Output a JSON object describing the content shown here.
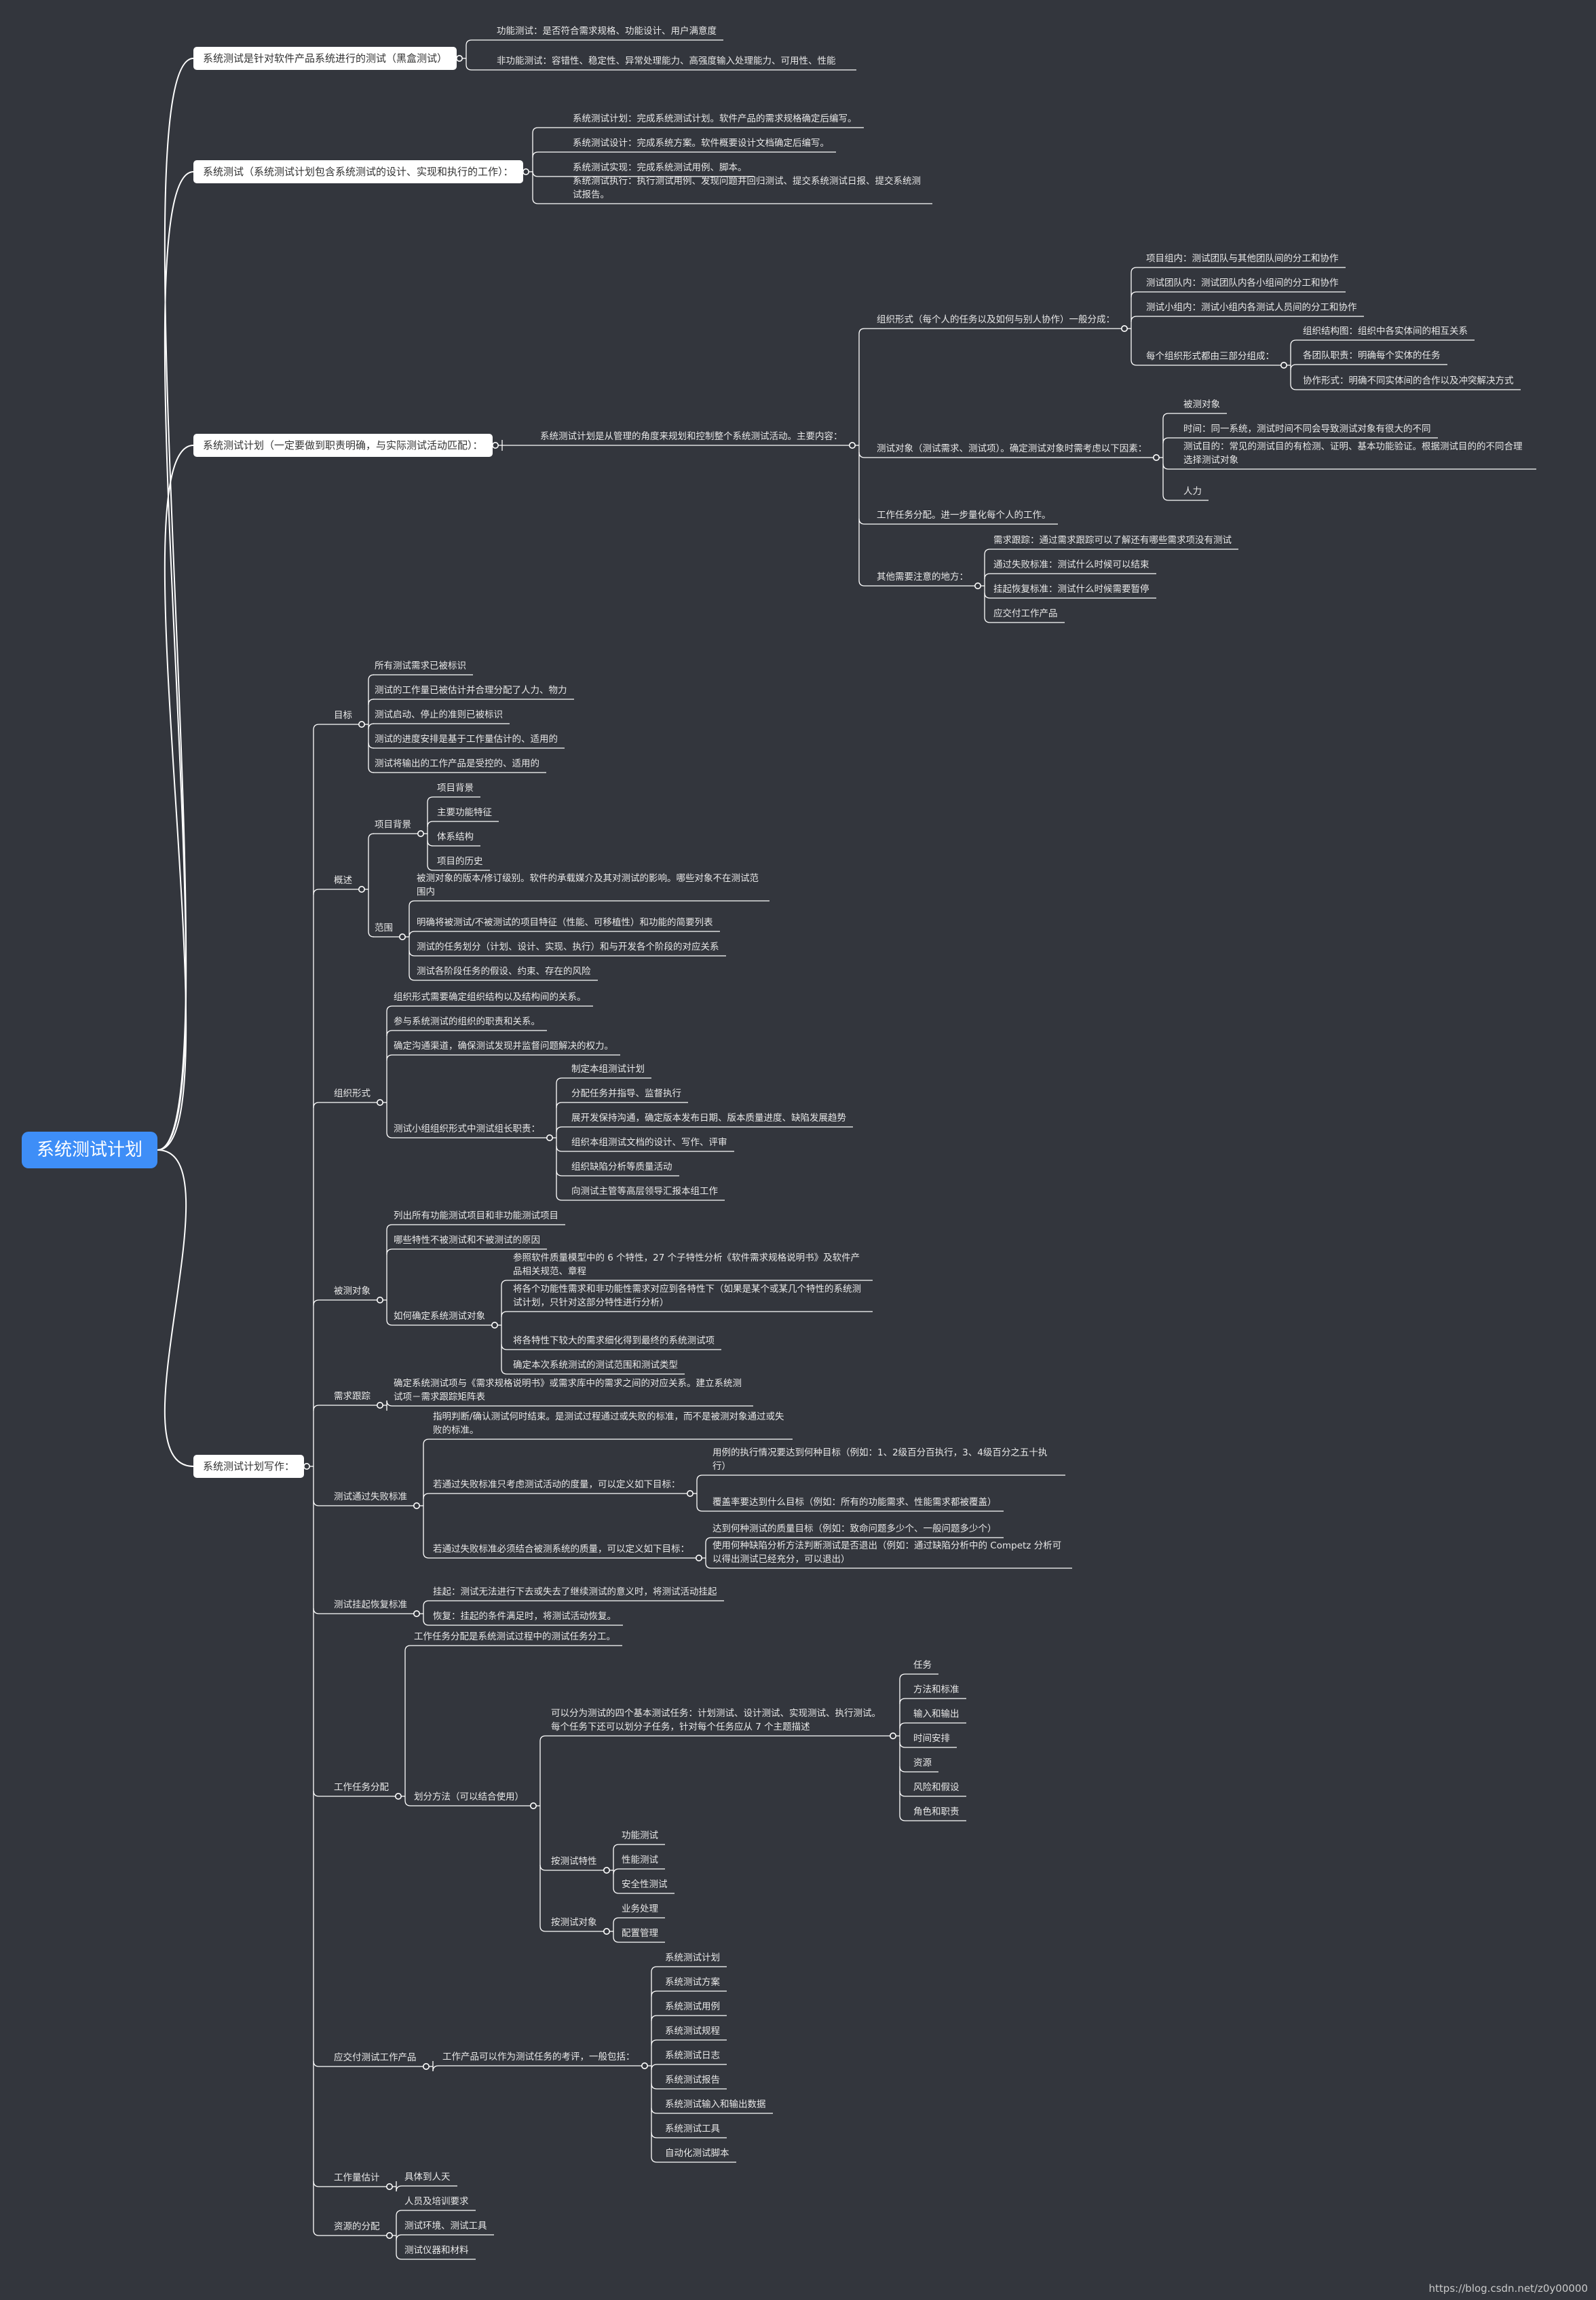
{
  "root": {
    "text": "系统测试计划",
    "children": [
      {
        "text": "系统测试是针对软件产品系统进行的测试（黑盒测试）",
        "children": [
          {
            "text": "功能测试：是否符合需求规格、功能设计、用户满意度"
          },
          {
            "text": "非功能测试：容错性、稳定性、异常处理能力、高强度输入处理能力、可用性、性能"
          }
        ]
      },
      {
        "text": "系统测试（系统测试计划包含系统测试的设计、实现和执行的工作）：",
        "children": [
          {
            "text": "系统测试计划：完成系统测试计划。软件产品的需求规格确定后编写。"
          },
          {
            "text": "系统测试设计：完成系统方案。软件概要设计文档确定后编写。"
          },
          {
            "text": "系统测试实现：完成系统测试用例、脚本。"
          },
          {
            "text": "系统测试执行：执行测试用例、发现问题并回归测试、提交系统测试日报、提交系统测试报告。"
          }
        ]
      },
      {
        "text": "系统测试计划（一定要做到职责明确，与实际测试活动匹配）：",
        "children": [
          {
            "text": "系统测试计划是从管理的角度来规划和控制整个系统测试活动。主要内容：",
            "children": [
              {
                "text": "组织形式（每个人的任务以及如何与别人协作）一般分成：",
                "children": [
                  {
                    "text": "项目组内：测试团队与其他团队间的分工和协作"
                  },
                  {
                    "text": "测试团队内：测试团队内各小组间的分工和协作"
                  },
                  {
                    "text": "测试小组内：测试小组内各测试人员间的分工和协作"
                  },
                  {
                    "text": "每个组织形式都由三部分组成：",
                    "children": [
                      {
                        "text": "组织结构图：组织中各实体间的相互关系"
                      },
                      {
                        "text": "各团队职责：明确每个实体的任务"
                      },
                      {
                        "text": "协作形式：明确不同实体间的合作以及冲突解决方式"
                      }
                    ]
                  }
                ]
              },
              {
                "text": "测试对象（测试需求、测试项）。确定测试对象时需考虑以下因素：",
                "children": [
                  {
                    "text": "被测对象"
                  },
                  {
                    "text": "时间：同一系统，测试时间不同会导致测试对象有很大的不同"
                  },
                  {
                    "text": "测试目的：常见的测试目的有检测、证明、基本功能验证。根据测试目的的不同合理选择测试对象"
                  },
                  {
                    "text": "人力"
                  }
                ]
              },
              {
                "text": "工作任务分配。进一步量化每个人的工作。"
              },
              {
                "text": "其他需要注意的地方：",
                "children": [
                  {
                    "text": "需求跟踪：通过需求跟踪可以了解还有哪些需求项没有测试"
                  },
                  {
                    "text": "通过失败标准：测试什么时候可以结束"
                  },
                  {
                    "text": "挂起恢复标准：测试什么时候需要暂停"
                  },
                  {
                    "text": "应交付工作产品"
                  }
                ]
              }
            ]
          }
        ]
      },
      {
        "text": "系统测试计划写作：",
        "children": [
          {
            "text": "目标",
            "children": [
              {
                "text": "所有测试需求已被标识"
              },
              {
                "text": "测试的工作量已被估计并合理分配了人力、物力"
              },
              {
                "text": "测试启动、停止的准则已被标识"
              },
              {
                "text": "测试的进度安排是基于工作量估计的、适用的"
              },
              {
                "text": "测试将输出的工作产品是受控的、适用的"
              }
            ]
          },
          {
            "text": "概述",
            "children": [
              {
                "text": "项目背景",
                "children": [
                  {
                    "text": "项目背景"
                  },
                  {
                    "text": "主要功能特征"
                  },
                  {
                    "text": "体系结构"
                  },
                  {
                    "text": "项目的历史"
                  }
                ]
              },
              {
                "text": "范围",
                "children": [
                  {
                    "text": "被测对象的版本/修订级别。软件的承载媒介及其对测试的影响。哪些对象不在测试范围内"
                  },
                  {
                    "text": "明确将被测试/不被测试的项目特征（性能、可移植性）和功能的简要列表"
                  },
                  {
                    "text": "测试的任务划分（计划、设计、实现、执行）和与开发各个阶段的对应关系"
                  },
                  {
                    "text": "测试各阶段任务的假设、约束、存在的风险"
                  }
                ]
              }
            ]
          },
          {
            "text": "组织形式",
            "children": [
              {
                "text": "组织形式需要确定组织结构以及结构间的关系。"
              },
              {
                "text": "参与系统测试的组织的职责和关系。"
              },
              {
                "text": "确定沟通渠道，确保测试发现并监督问题解决的权力。"
              },
              {
                "text": "测试小组组织形式中测试组长职责：",
                "children": [
                  {
                    "text": "制定本组测试计划"
                  },
                  {
                    "text": "分配任务并指导、监督执行"
                  },
                  {
                    "text": "展开发保持沟通，确定版本发布日期、版本质量进度、缺陷发展趋势"
                  },
                  {
                    "text": "组织本组测试文档的设计、写作、评审"
                  },
                  {
                    "text": "组织缺陷分析等质量活动"
                  },
                  {
                    "text": "向测试主管等高层领导汇报本组工作"
                  }
                ]
              }
            ]
          },
          {
            "text": "被测对象",
            "children": [
              {
                "text": "列出所有功能测试项目和非功能测试项目"
              },
              {
                "text": "哪些特性不被测试和不被测试的原因"
              },
              {
                "text": "如何确定系统测试对象",
                "children": [
                  {
                    "text": "参照软件质量模型中的 6 个特性，27 个子特性分析《软件需求规格说明书》及软件产品相关规范、章程"
                  },
                  {
                    "text": "将各个功能性需求和非功能性需求对应到各特性下（如果是某个或某几个特性的系统测试计划，只针对这部分特性进行分析）"
                  },
                  {
                    "text": "将各特性下较大的需求细化得到最终的系统测试项"
                  },
                  {
                    "text": "确定本次系统测试的测试范围和测试类型"
                  }
                ]
              }
            ]
          },
          {
            "text": "需求跟踪",
            "children": [
              {
                "text": "确定系统测试项与《需求规格说明书》或需求库中的需求之间的对应关系。建立系统测试项－需求跟踪矩阵表"
              }
            ]
          },
          {
            "text": "测试通过失败标准",
            "children": [
              {
                "text": "指明判断/确认测试何时结束。是测试过程通过或失败的标准，而不是被测对象通过或失败的标准。"
              },
              {
                "text": "若通过失败标准只考虑测试活动的度量，可以定义如下目标：",
                "children": [
                  {
                    "text": "用例的执行情况要达到何种目标（例如：1、2级百分百执行，3、4级百分之五十执行）"
                  },
                  {
                    "text": "覆盖率要达到什么目标（例如：所有的功能需求、性能需求都被覆盖）"
                  }
                ]
              },
              {
                "text": "若通过失败标准必须结合被测系统的质量，可以定义如下目标：",
                "children": [
                  {
                    "text": "达到何种测试的质量目标（例如：致命问题多少个、一般问题多少个）"
                  },
                  {
                    "text": "使用何种缺陷分析方法判断测试是否退出（例如：通过缺陷分析中的 Competz 分析可以得出测试已经充分，可以退出）"
                  }
                ]
              }
            ]
          },
          {
            "text": "测试挂起恢复标准",
            "children": [
              {
                "text": "挂起：测试无法进行下去或失去了继续测试的意义时，将测试活动挂起"
              },
              {
                "text": "恢复：挂起的条件满足时，将测试活动恢复。"
              }
            ]
          },
          {
            "text": "工作任务分配",
            "children": [
              {
                "text": "工作任务分配是系统测试过程中的测试任务分工。"
              },
              {
                "text": "划分方法（可以结合使用）",
                "children": [
                  {
                    "text": "可以分为测试的四个基本测试任务：计划测试、设计测试、实现测试、执行测试。每个任务下还可以划分子任务，针对每个任务应从 7 个主题描述",
                    "children": [
                      {
                        "text": "任务"
                      },
                      {
                        "text": "方法和标准"
                      },
                      {
                        "text": "输入和输出"
                      },
                      {
                        "text": "时间安排"
                      },
                      {
                        "text": "资源"
                      },
                      {
                        "text": "风险和假设"
                      },
                      {
                        "text": "角色和职责"
                      }
                    ]
                  },
                  {
                    "text": "按测试特性",
                    "children": [
                      {
                        "text": "功能测试"
                      },
                      {
                        "text": "性能测试"
                      },
                      {
                        "text": "安全性测试"
                      }
                    ]
                  },
                  {
                    "text": "按测试对象",
                    "children": [
                      {
                        "text": "业务处理"
                      },
                      {
                        "text": "配置管理"
                      }
                    ]
                  }
                ]
              }
            ]
          },
          {
            "text": "应交付测试工作产品",
            "children": [
              {
                "text": "工作产品可以作为测试任务的考评，一般包括：",
                "children": [
                  {
                    "text": "系统测试计划"
                  },
                  {
                    "text": "系统测试方案"
                  },
                  {
                    "text": "系统测试用例"
                  },
                  {
                    "text": "系统测试规程"
                  },
                  {
                    "text": "系统测试日志"
                  },
                  {
                    "text": "系统测试报告"
                  },
                  {
                    "text": "系统测试输入和输出数据"
                  },
                  {
                    "text": "系统测试工具"
                  },
                  {
                    "text": "自动化测试脚本"
                  }
                ]
              }
            ]
          },
          {
            "text": "工作量估计",
            "children": [
              {
                "text": "具体到人天"
              }
            ]
          },
          {
            "text": "资源的分配",
            "children": [
              {
                "text": "人员及培训要求"
              },
              {
                "text": "测试环境、测试工具"
              },
              {
                "text": "测试仪器和材料"
              }
            ]
          }
        ]
      }
    ]
  },
  "footer": "https://blog.csdn.net/z0y00000",
  "colors": {
    "background": "#33363d",
    "root": "#3e8ef7",
    "line": "#ffffff",
    "node_text": "#e8e8e8"
  }
}
